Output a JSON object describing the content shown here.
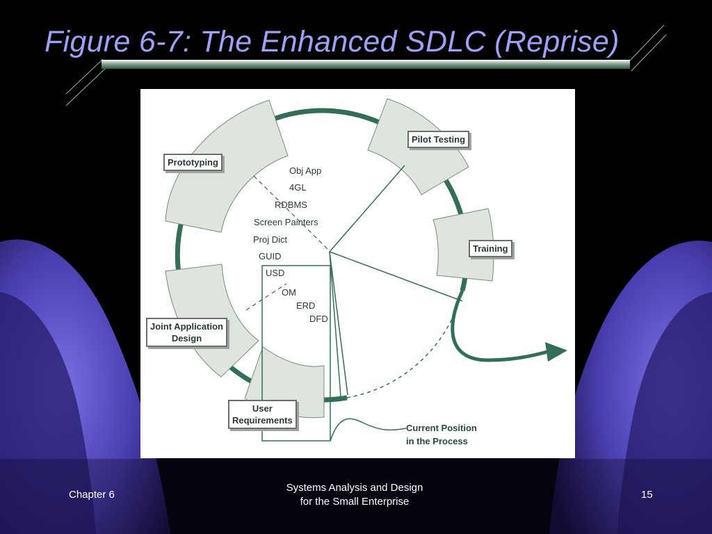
{
  "slide": {
    "title": "Figure 6-7: The Enhanced SDLC (Reprise)"
  },
  "figure": {
    "phases": {
      "prototyping": "Prototyping",
      "pilot_testing": "Pilot Testing",
      "training": "Training",
      "joint_application_design_line1": "Joint Application",
      "joint_application_design_line2": "Design",
      "user_requirements_line1": "User",
      "user_requirements_line2": "Requirements"
    },
    "tools": {
      "obj_app": "Obj App",
      "fourgl": "4GL",
      "rdbms": "RDBMS",
      "screen_painters": "Screen Painters",
      "proj_dict": "Proj Dict",
      "guid": "GUID",
      "usd": "USD",
      "om": "OM",
      "erd": "ERD",
      "dfd": "DFD"
    },
    "current_position_line1": "Current Position",
    "current_position_line2": "in the Process",
    "colors": {
      "ring": "#336e56",
      "segment_fill": "#dde5dd",
      "segment_stroke": "#7a8a80"
    }
  },
  "footer": {
    "left": "Chapter 6",
    "center_line1": "Systems Analysis and Design",
    "center_line2": "for the Small Enterprise",
    "page_number": "15"
  }
}
